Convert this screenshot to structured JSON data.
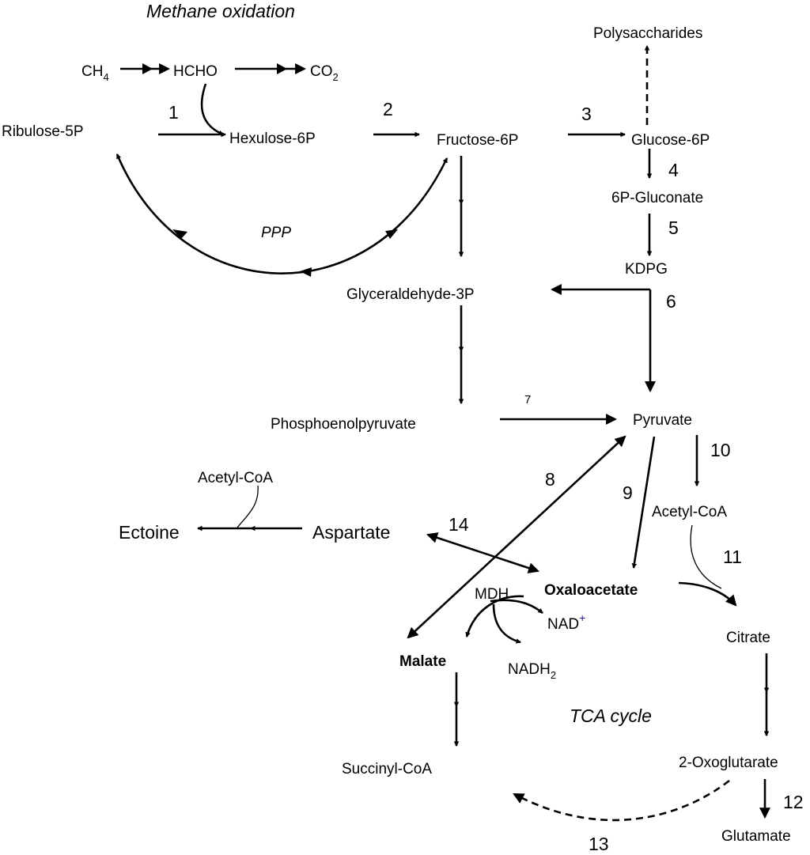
{
  "title": "Methane oxidation",
  "tca_label": "TCA cycle",
  "ppp_label": "PPP",
  "colors": {
    "stroke": "#000000",
    "nad_plus": "#1a1aa6"
  },
  "metabolites": {
    "ch4": "CH",
    "ch4_sub": "4",
    "hcho": "HCHO",
    "co2": "CO",
    "co2_sub": "2",
    "ribulose_5p": "Ribulose-5P",
    "hexulose_6p": "Hexulose-6P",
    "fructose_6p": "Fructose-6P",
    "glucose_6p": "Glucose-6P",
    "polysaccharides": "Polysaccharides",
    "gluconate_6p": "6P-Gluconate",
    "kdpg": "KDPG",
    "glyceraldehyde_3p": "Glyceraldehyde-3P",
    "phosphoenolpyruvate": "Phosphoenolpyruvate",
    "pyruvate": "Pyruvate",
    "acetyl_coa_ectoine": "Acetyl-CoA",
    "ectoine": "Ectoine",
    "aspartate": "Aspartate",
    "acetyl_coa": "Acetyl-CoA",
    "oxaloacetate": "Oxaloacetate",
    "mdh": "MDH",
    "nad": "NAD",
    "nad_sup": "+",
    "nadh": "NADH",
    "nadh_sub": "2",
    "malate": "Malate",
    "citrate": "Citrate",
    "succinyl_coa": "Succinyl-CoA",
    "oxoglutarate": "2-Oxoglutarate",
    "glutamate": "Glutamate"
  },
  "steps": {
    "s1": "1",
    "s2": "2",
    "s3": "3",
    "s4": "4",
    "s5": "5",
    "s6": "6",
    "s7": "7",
    "s8": "8",
    "s9": "9",
    "s10": "10",
    "s11": "11",
    "s12": "12",
    "s13": "13",
    "s14": "14"
  }
}
